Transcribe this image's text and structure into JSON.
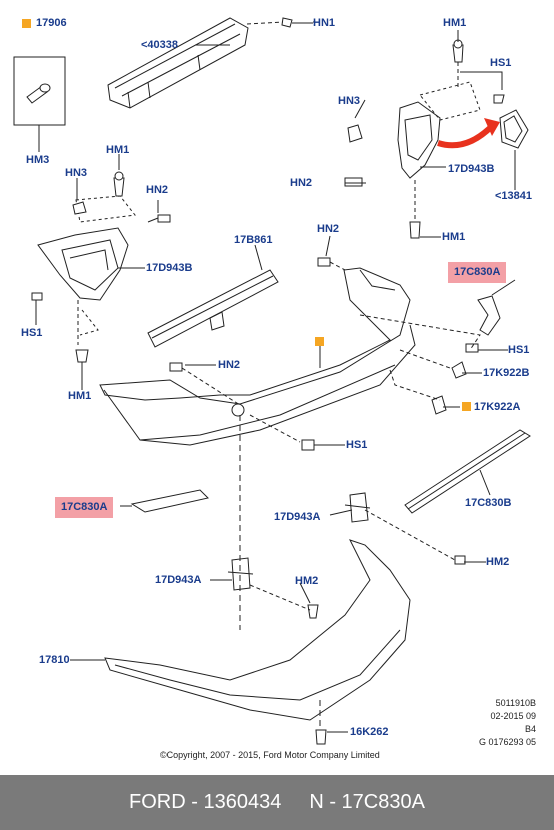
{
  "legend": {
    "marker_color": "#f5a623",
    "label": "17906"
  },
  "labels": {
    "p40338": "<40338",
    "hn1_top": "HN1",
    "hm1_top_right": "HM1",
    "hs1_top_right": "HS1",
    "hn3_right": "HN3",
    "p17d943b_right": "17D943B",
    "hn2_right": "HN2",
    "p13841": "<13841",
    "hm1_mid_right": "HM1",
    "hm3": "HM3",
    "hm1_left": "HM1",
    "hn3_left": "HN3",
    "hn2_left": "HN2",
    "p17d943b_left": "17D943B",
    "hs1_left": "HS1",
    "hm1_left_bottom": "HM1",
    "p17b861": "17B861",
    "hn2_center": "HN2",
    "p17c830a_top": "17C830A",
    "hs1_right": "HS1",
    "p17k922b": "17K922B",
    "p17k922a": "17K922A",
    "hn2_lower": "HN2",
    "hs1_center": "HS1",
    "p17c830a_left": "17C830A",
    "p17c830b": "17C830B",
    "p17d943a_right": "17D943A",
    "hm2_right": "HM2",
    "p17d943a_left": "17D943A",
    "hm2_center": "HM2",
    "p17810": "17810",
    "p16k262": "16K262"
  },
  "reference": {
    "line1": "5011910B",
    "line2": "02-2015 09",
    "line3": "B4",
    "line4": "G 0176293 05"
  },
  "copyright": "©Copyright, 2007 - 2015, Ford Motor Company Limited",
  "footer": {
    "brand_part": "FORD - 1360434",
    "oem_part": "N - 17C830A"
  },
  "colors": {
    "label_text": "#1a3c8c",
    "highlight": "#f3a0a6",
    "footer_bg": "#7a7a7a",
    "arrow": "#e8321e"
  }
}
